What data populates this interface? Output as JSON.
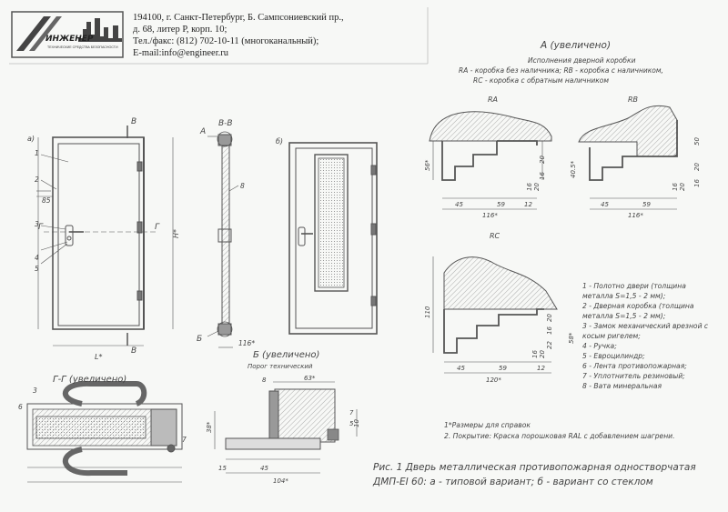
{
  "header": {
    "logo_text": "ИНЖЕНЕР",
    "logo_subtext": "ТЕХНИЧЕСКИЕ СРЕДСТВА БЕЗОПАСНОСТИ",
    "address_line1": "194100, г. Санкт-Петербург, Б. Сампсониевский пр.,",
    "address_line2": "д. 68, литер Р, корп. 10;",
    "phone": "Тел./факс: (812) 702-10-11 (многоканальный);",
    "email": "E-mail:info@engineer.ru"
  },
  "detail_a": {
    "title": "А (увеличено)",
    "subtitle": "Исполнения дверной коробки",
    "line1": "RA - коробка без наличника; RB - коробка с наличником,",
    "line2": "RC - коробка с обратным наличником",
    "ra_label": "RA",
    "rb_label": "RB",
    "rc_label": "RC",
    "ra_dims": {
      "h": "56*",
      "d20": "20",
      "d16": "16",
      "d16b": "16",
      "d20b": "20",
      "w45": "45",
      "w59": "59",
      "w116": "116*",
      "w12": "12"
    },
    "rb_dims": {
      "h": "40.5*",
      "d50": "50",
      "d20": "20",
      "d16": "16",
      "d16b": "16",
      "d20b": "20",
      "w45": "45",
      "w59": "59",
      "w116": "116*"
    },
    "rc_dims": {
      "h110": "110",
      "h58": "58*",
      "d20": "20",
      "d16": "16",
      "d22": "22",
      "d16b": "16",
      "d20b": "20",
      "w45": "45",
      "w59": "59",
      "w120": "120*",
      "w12": "12"
    }
  },
  "front_views": {
    "label_a": "а)",
    "label_b": "б)",
    "section_mark": "В",
    "section_g": "Г",
    "width_label": "L*",
    "height_label": "H*",
    "dim_85": "85",
    "callouts": [
      "1",
      "2",
      "3",
      "4",
      "5"
    ]
  },
  "section_bb": {
    "title": "В-В",
    "label_a": "А",
    "label_b": "Б",
    "callout_8": "8",
    "dim_116": "116*"
  },
  "section_gg": {
    "title": "Г-Г (увеличено)",
    "callouts": [
      "3",
      "6",
      "7"
    ]
  },
  "detail_b": {
    "title": "Б (увеличено)",
    "subtitle": "Порог технический",
    "dims": {
      "d8": "8",
      "d63": "63*",
      "d38": "38*",
      "d7": "7",
      "d5": "5",
      "d10": "10",
      "d45": "45",
      "d104": "104*",
      "d15": "15"
    }
  },
  "legend": [
    "1 - Полотно двери (толщина",
    "металла S=1,5 - 2 мм);",
    "2 - Дверная коробка (толщина",
    "металла S=1,5 - 2 мм);",
    "3 - Замок механический врезной с",
    "косым ригелем;",
    "4 - Ручка;",
    "5 - Евроцилиндр;",
    "6 - Лента противопожарная;",
    "7 - Уплотнитель резиновый;",
    "8 - Вата минеральная"
  ],
  "notes": [
    "1*Размеры для справок",
    "2. Покрытие: Краска порошковая RAL с добавлением шагрени."
  ],
  "caption": {
    "line1": "Рис. 1 Дверь металлическая противопожарная одностворчатая",
    "line2": "ДМП-EI 60: а - типовой вариант; б - вариант со стеклом"
  }
}
